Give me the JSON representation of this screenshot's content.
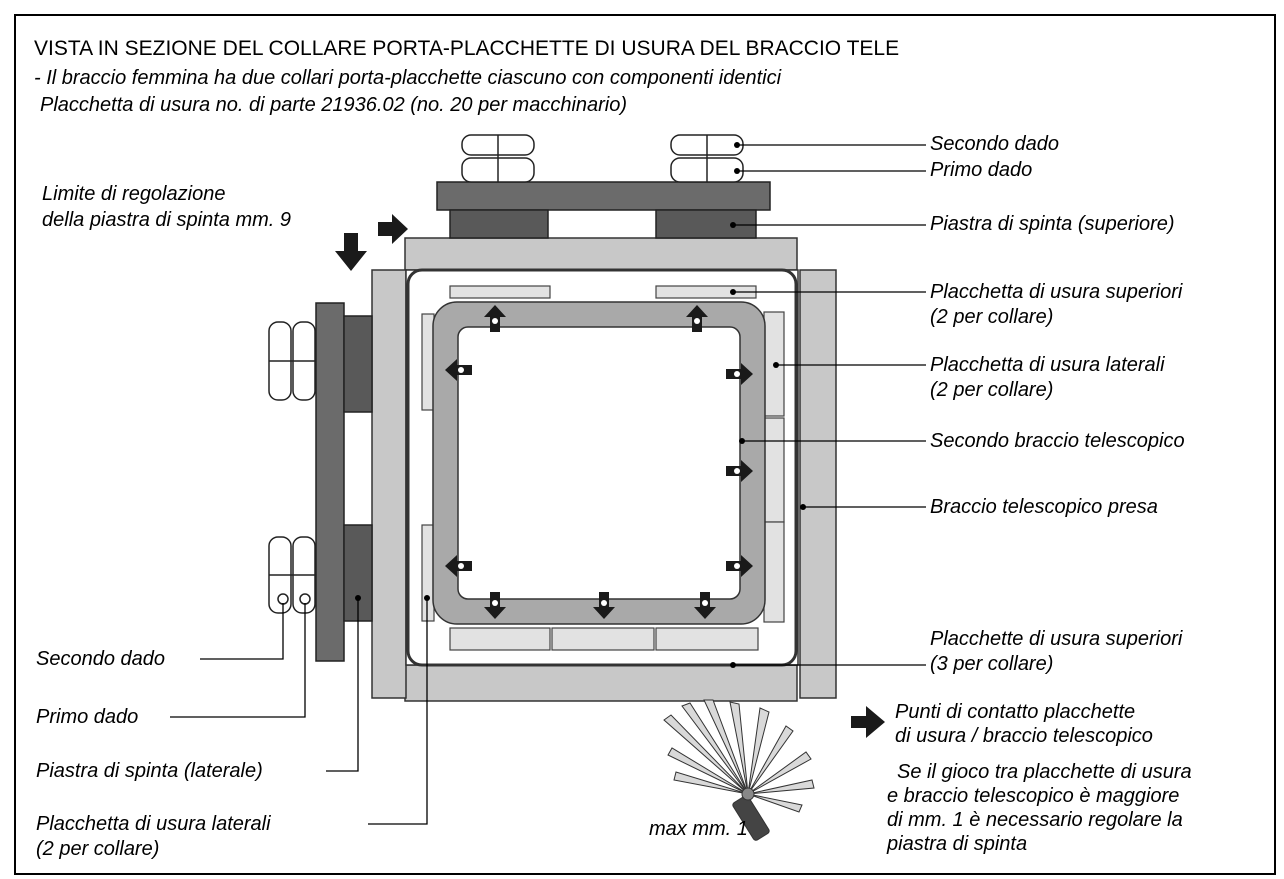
{
  "title": "VISTA IN SEZIONE DEL COLLARE PORTA-PLACCHETTE DI USURA DEL BRACCIO TELE",
  "subtitle_line1": "- Il braccio femmina ha due collari porta-placchette ciascuno con componenti identici",
  "subtitle_line2": "Placchetta di usura no. di parte 21936.02 (no. 20 per macchinario)",
  "labels": {
    "limit_line1": "Limite di regolazione",
    "limit_line2": "della piastra di spinta mm. 9",
    "secondo_dado_top": "Secondo dado",
    "primo_dado_top": "Primo dado",
    "piastra_superiore": "Piastra di spinta (superiore)",
    "placchetta_superiori_1": "Placchetta di usura superiori",
    "placchetta_superiori_1b": "(2 per collare)",
    "placchetta_laterali_r": "Placchetta di usura laterali",
    "placchetta_laterali_rb": "(2 per collare)",
    "secondo_braccio": "Secondo braccio telescopico",
    "braccio_presa": "Braccio telescopico presa",
    "placchette_superiori_3": "Placchette di usura superiori",
    "placchette_superiori_3b": "(3 per collare)",
    "punti_contatto_1": "Punti di contatto placchette",
    "punti_contatto_2": "di usura / braccio telescopico",
    "gioco_1": "Se il gioco tra placchette di usura",
    "gioco_2": "e braccio telescopico è maggiore",
    "gioco_3": "di mm. 1 è necessario regolare la",
    "gioco_4": "piastra di spinta",
    "secondo_dado_left": "Secondo dado",
    "primo_dado_left": "Primo dado",
    "piastra_laterale": "Piastra di spinta (laterale)",
    "placchetta_laterali_l": "Placchetta di usura laterali",
    "placchetta_laterali_lb": "(2 per collare)",
    "max": "max mm. 1"
  },
  "colors": {
    "outer_tube": "#c8c8c8",
    "inner_tube": "#a9a9a9",
    "thrust_plate": "#595959",
    "pad": "#e2e2e2",
    "arrow": "#1a1a1a"
  }
}
